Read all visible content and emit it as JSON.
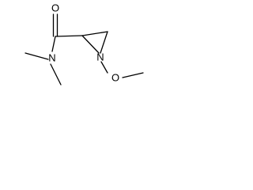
{
  "molecule": {
    "atoms": {
      "carbonyl_oxygen": "O",
      "amide_nitrogen": "N",
      "aziridine_nitrogen": "N",
      "methoxy_oxygen": "O"
    }
  }
}
